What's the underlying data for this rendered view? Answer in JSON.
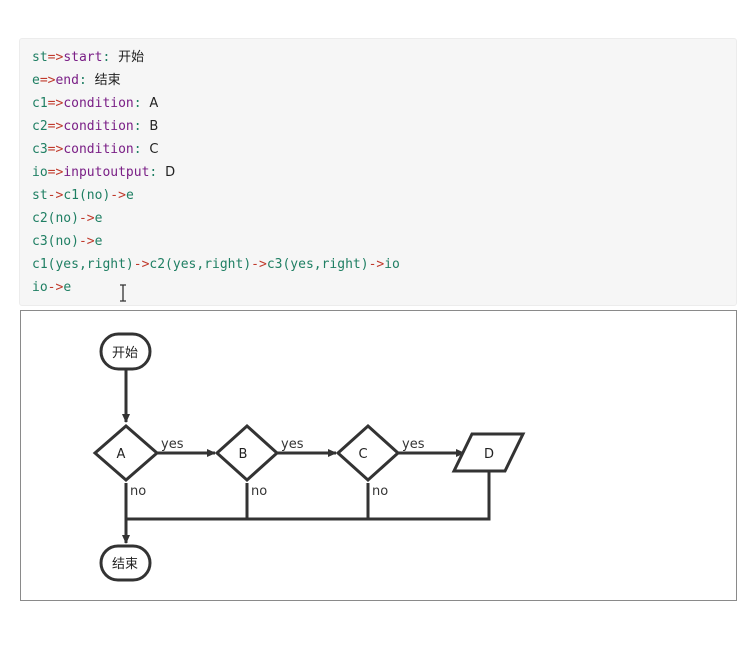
{
  "code": {
    "lines": [
      [
        {
          "t": "st",
          "c": "teal"
        },
        {
          "t": "=>",
          "c": "red"
        },
        {
          "t": "start",
          "c": "purple"
        },
        {
          "t": ": ",
          "c": "teal"
        },
        {
          "t": "开始",
          "c": "text"
        }
      ],
      [
        {
          "t": "e",
          "c": "teal"
        },
        {
          "t": "=>",
          "c": "red"
        },
        {
          "t": "end",
          "c": "purple"
        },
        {
          "t": ": ",
          "c": "teal"
        },
        {
          "t": "结束",
          "c": "text"
        }
      ],
      [
        {
          "t": "c1",
          "c": "teal"
        },
        {
          "t": "=>",
          "c": "red"
        },
        {
          "t": "condition",
          "c": "purple"
        },
        {
          "t": ": ",
          "c": "teal"
        },
        {
          "t": "A",
          "c": "text"
        }
      ],
      [
        {
          "t": "c2",
          "c": "teal"
        },
        {
          "t": "=>",
          "c": "red"
        },
        {
          "t": "condition",
          "c": "purple"
        },
        {
          "t": ": ",
          "c": "teal"
        },
        {
          "t": "B",
          "c": "text"
        }
      ],
      [
        {
          "t": "c3",
          "c": "teal"
        },
        {
          "t": "=>",
          "c": "red"
        },
        {
          "t": "condition",
          "c": "purple"
        },
        {
          "t": ": ",
          "c": "teal"
        },
        {
          "t": "C",
          "c": "text"
        }
      ],
      [
        {
          "t": "io",
          "c": "teal"
        },
        {
          "t": "=>",
          "c": "red"
        },
        {
          "t": "inputoutput",
          "c": "purple"
        },
        {
          "t": ": ",
          "c": "teal"
        },
        {
          "t": "D",
          "c": "text"
        }
      ],
      [
        {
          "t": "st",
          "c": "teal"
        },
        {
          "t": "->",
          "c": "red"
        },
        {
          "t": "c1(no)",
          "c": "teal"
        },
        {
          "t": "->",
          "c": "red"
        },
        {
          "t": "e",
          "c": "teal"
        }
      ],
      [
        {
          "t": "c2(no)",
          "c": "teal"
        },
        {
          "t": "->",
          "c": "red"
        },
        {
          "t": "e",
          "c": "teal"
        }
      ],
      [
        {
          "t": "c3(no)",
          "c": "teal"
        },
        {
          "t": "->",
          "c": "red"
        },
        {
          "t": "e",
          "c": "teal"
        }
      ],
      [
        {
          "t": "c1(yes,right)",
          "c": "teal"
        },
        {
          "t": "->",
          "c": "red"
        },
        {
          "t": "c2(yes,right)",
          "c": "teal"
        },
        {
          "t": "->",
          "c": "red"
        },
        {
          "t": "c3(yes,right)",
          "c": "teal"
        },
        {
          "t": "->",
          "c": "red"
        },
        {
          "t": "io",
          "c": "teal"
        }
      ],
      [
        {
          "t": "io",
          "c": "teal"
        },
        {
          "t": "->",
          "c": "red"
        },
        {
          "t": "e",
          "c": "teal"
        }
      ]
    ]
  },
  "colors": {
    "teal": "#1f7f63",
    "purple": "#7a1f86",
    "red": "#c0392b",
    "stroke": "#333333"
  },
  "flowchart": {
    "start_label": "开始",
    "end_label": "结束",
    "cond_a": "A",
    "cond_b": "B",
    "cond_c": "C",
    "io_label": "D",
    "yes_label": "yes",
    "no_label": "no"
  }
}
